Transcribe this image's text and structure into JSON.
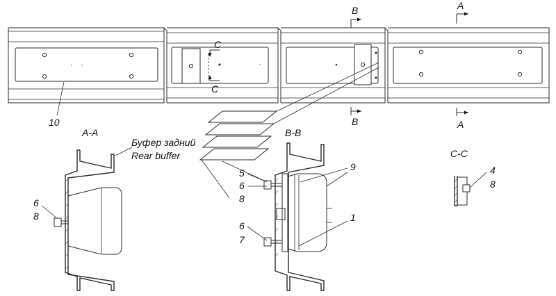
{
  "labels": {
    "n10": "10",
    "sec_AA": "A-A",
    "sec_BB": "B-B",
    "sec_CC": "C-C",
    "buffer_ru": "Буфер задний",
    "buffer_en": "Rear buffer",
    "mark_A": "A",
    "mark_B": "B",
    "mark_C": "C",
    "aa_6": "6",
    "aa_8": "8",
    "bb_5": "5",
    "bb_6a": "6",
    "bb_8": "8",
    "bb_6b": "6",
    "bb_7": "7",
    "bb_9": "9",
    "bb_1": "1",
    "cc_4": "4",
    "cc_8": "8"
  }
}
